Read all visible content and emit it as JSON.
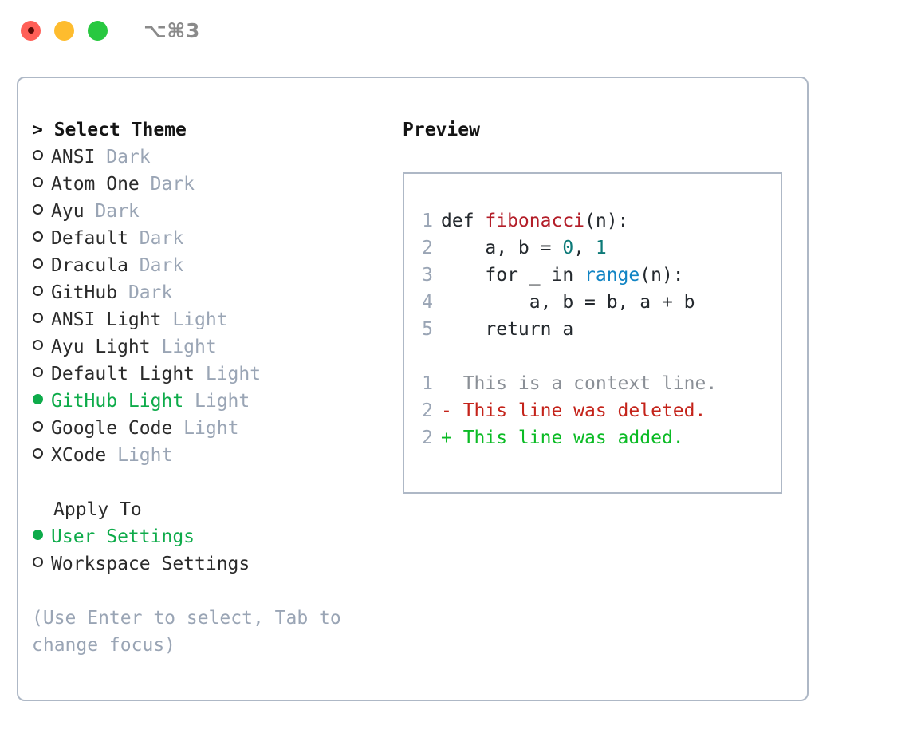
{
  "titlebar": {
    "shortcut": "⌥⌘3",
    "lights": [
      "close",
      "minimize",
      "maximize"
    ]
  },
  "left": {
    "section_marker": "> ",
    "section_title": "Select Theme",
    "themes": [
      {
        "label": "ANSI",
        "suffix": " Dark",
        "selected": false
      },
      {
        "label": "Atom One",
        "suffix": " Dark",
        "selected": false
      },
      {
        "label": "Ayu",
        "suffix": " Dark",
        "selected": false
      },
      {
        "label": "Default",
        "suffix": " Dark",
        "selected": false
      },
      {
        "label": "Dracula",
        "suffix": " Dark",
        "selected": false
      },
      {
        "label": "GitHub",
        "suffix": " Dark",
        "selected": false
      },
      {
        "label": "ANSI Light",
        "suffix": " Light",
        "selected": false
      },
      {
        "label": "Ayu Light",
        "suffix": " Light",
        "selected": false
      },
      {
        "label": "Default Light",
        "suffix": " Light",
        "selected": false
      },
      {
        "label": "GitHub Light",
        "suffix": " Light",
        "selected": true
      },
      {
        "label": "Google Code",
        "suffix": " Light",
        "selected": false
      },
      {
        "label": "XCode",
        "suffix": " Light",
        "selected": false
      }
    ],
    "apply_to_heading": "Apply To",
    "apply_to_options": [
      {
        "label": "User Settings",
        "selected": true
      },
      {
        "label": "Workspace Settings",
        "selected": false
      }
    ],
    "hint": "(Use Enter to select, Tab to change focus)"
  },
  "right": {
    "preview_title": "Preview",
    "code_lines": [
      {
        "no": "1",
        "parts": [
          {
            "t": "def ",
            "c": "plain"
          },
          {
            "t": "fibonacci",
            "c": "fn"
          },
          {
            "t": "(n):",
            "c": "plain"
          }
        ]
      },
      {
        "no": "2",
        "parts": [
          {
            "t": "    a, b = ",
            "c": "plain"
          },
          {
            "t": "0",
            "c": "num"
          },
          {
            "t": ", ",
            "c": "plain"
          },
          {
            "t": "1",
            "c": "num"
          }
        ]
      },
      {
        "no": "3",
        "parts": [
          {
            "t": "    for _ in ",
            "c": "plain"
          },
          {
            "t": "range",
            "c": "call"
          },
          {
            "t": "(n):",
            "c": "plain"
          }
        ]
      },
      {
        "no": "4",
        "parts": [
          {
            "t": "        a, b = b, a + b",
            "c": "plain"
          }
        ]
      },
      {
        "no": "5",
        "parts": [
          {
            "t": "    return a",
            "c": "plain"
          }
        ]
      }
    ],
    "diff_lines": [
      {
        "no": "1",
        "marker": "  ",
        "text": "This is a context line.",
        "kind": "ctx"
      },
      {
        "no": "2",
        "marker": "- ",
        "text": "This line was deleted.",
        "kind": "del"
      },
      {
        "no": "2",
        "marker": "+ ",
        "text": "This line was added.",
        "kind": "add"
      }
    ]
  },
  "colors": {
    "accent_green": "#0eab4a",
    "muted": "#9aa5b5",
    "border": "#aeb8c6",
    "diff_add": "#0bbb25",
    "diff_del": "#c4231a",
    "token_function": "#b31d28",
    "token_number": "#0d7a78",
    "token_call": "#1184c4"
  }
}
